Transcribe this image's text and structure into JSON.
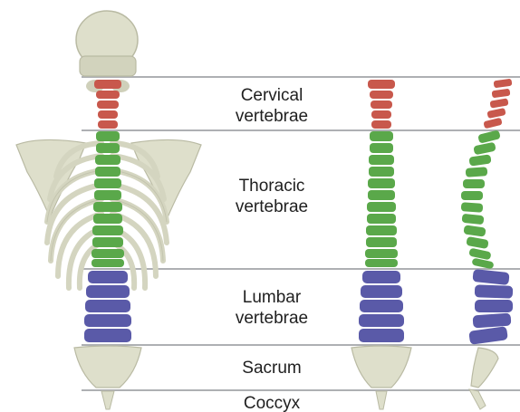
{
  "regions": [
    {
      "label": "Cervical\nvertebrae",
      "color": "#c8584c"
    },
    {
      "label": "Thoracic\nvertebrae",
      "color": "#5aa84a"
    },
    {
      "label": "Lumbar\nvertebrae",
      "color": "#5a5aa8"
    },
    {
      "label": "Sacrum",
      "color": "#dcdcc6"
    },
    {
      "label": "Coccyx",
      "color": "#dcdcc6"
    }
  ],
  "colors": {
    "bone": "#dedfcb",
    "bone_shadow": "#b9baa3",
    "divider": "#aeb0b3"
  }
}
